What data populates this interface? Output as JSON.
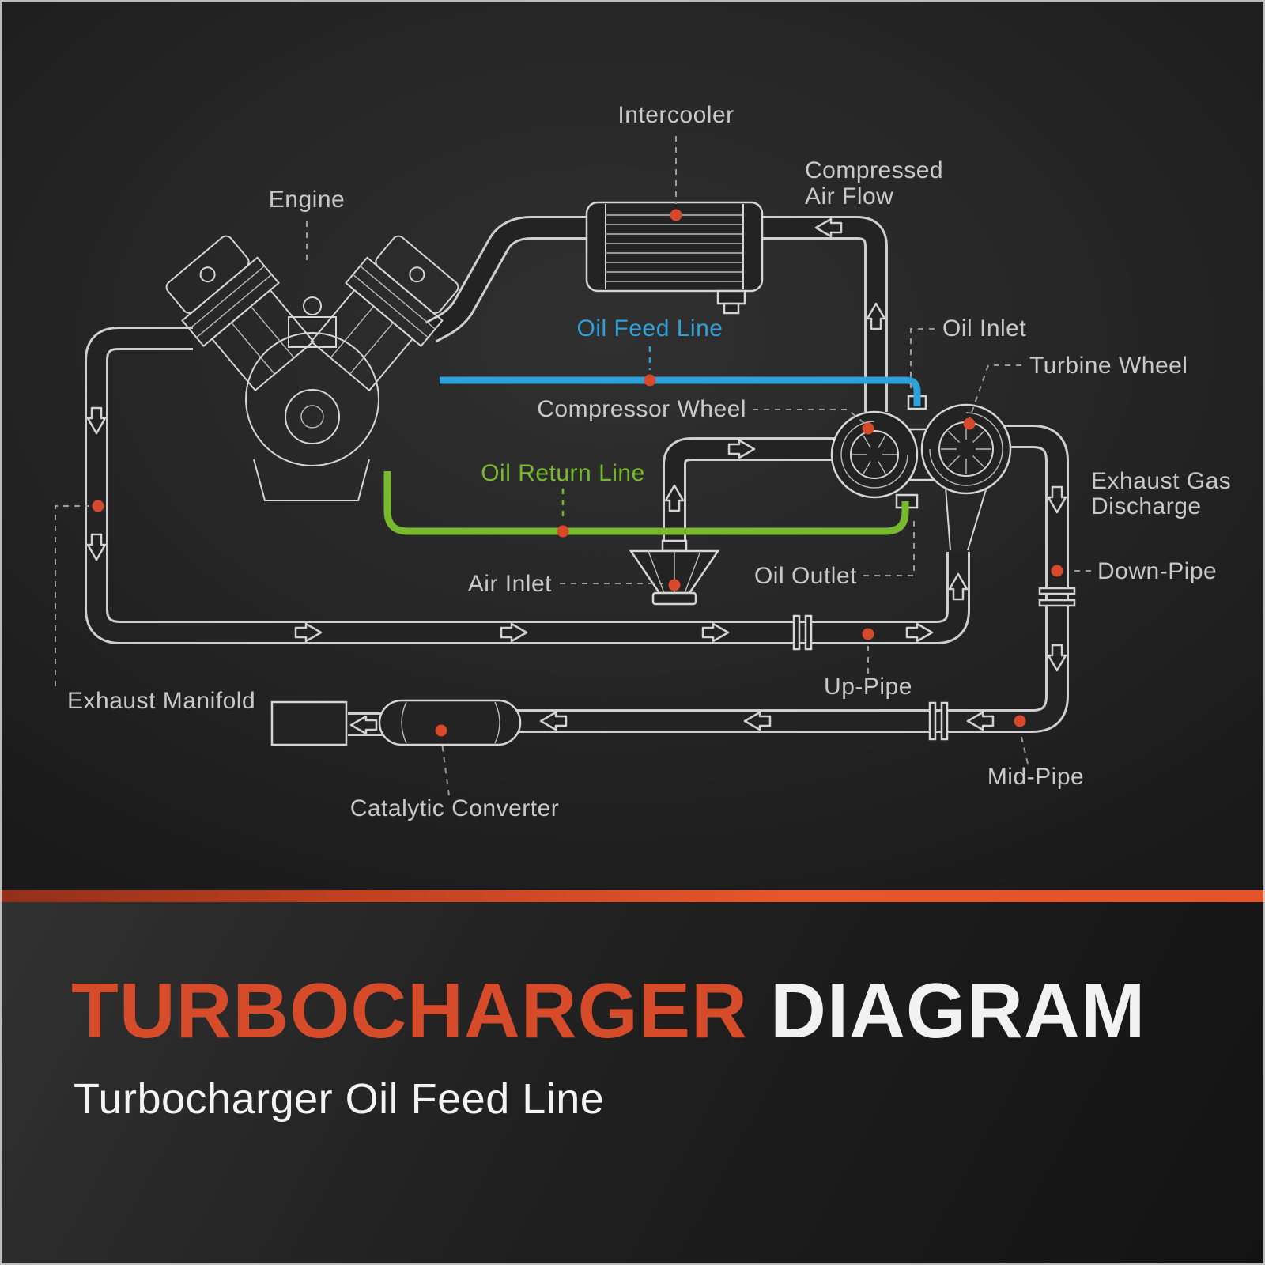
{
  "colors": {
    "background_dark": "#1c1c1c",
    "line_light": "#cfcfcf",
    "label_text": "#c9c9c9",
    "oil_feed_blue": "#2ea0da",
    "oil_return_green": "#78ba2e",
    "marker_red": "#d8482b",
    "accent_orange": "#d64c2a",
    "title_white": "#f2f2f2"
  },
  "diagram": {
    "labels": {
      "intercooler": "Intercooler",
      "compressed_air_flow": {
        "line1": "Compressed",
        "line2": "Air Flow"
      },
      "engine": "Engine",
      "oil_feed_line": "Oil Feed Line",
      "oil_inlet": "Oil Inlet",
      "turbine_wheel": "Turbine Wheel",
      "compressor_wheel": "Compressor Wheel",
      "oil_return_line": "Oil Return Line",
      "exhaust_gas_discharge": {
        "line1": "Exhaust Gas",
        "line2": "Discharge"
      },
      "air_inlet": "Air Inlet",
      "oil_outlet": "Oil Outlet",
      "down_pipe": "Down-Pipe",
      "exhaust_manifold": "Exhaust Manifold",
      "up_pipe": "Up-Pipe",
      "mid_pipe": "Mid-Pipe",
      "catalytic_converter": "Catalytic Converter"
    }
  },
  "footer": {
    "title_primary": "TURBOCHARGER",
    "title_secondary": "DIAGRAM",
    "subtitle": "Turbocharger Oil Feed Line"
  }
}
